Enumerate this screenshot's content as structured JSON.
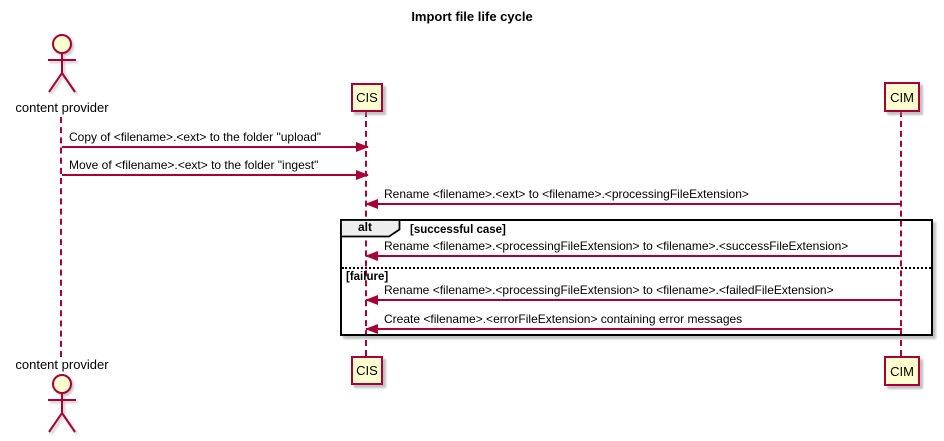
{
  "title": "Import file life cycle",
  "participants": [
    {
      "name": "content provider",
      "type": "actor"
    },
    {
      "name": "CIS",
      "type": "participant"
    },
    {
      "name": "CIM",
      "type": "participant"
    }
  ],
  "messages": [
    {
      "from": "content provider",
      "to": "CIS",
      "label": "Copy of <filename>.<ext> to the folder \"upload\""
    },
    {
      "from": "content provider",
      "to": "CIS",
      "label": "Move of <filename>.<ext> to the folder \"ingest\""
    },
    {
      "from": "CIM",
      "to": "CIS",
      "label": "Rename <filename>.<ext> to <filename>.<processingFileExtension>"
    },
    {
      "from": "CIM",
      "to": "CIS",
      "label": "Rename <filename>.<processingFileExtension> to <filename>.<successFileExtension>"
    },
    {
      "from": "CIM",
      "to": "CIS",
      "label": "Rename <filename>.<processingFileExtension> to <filename>.<failedFileExtension>"
    },
    {
      "from": "CIM",
      "to": "CIS",
      "label": "Create <filename>.<errorFileExtension> containing error messages"
    }
  ],
  "frame": {
    "keyword": "alt",
    "sections": [
      "[successful case]",
      "[failure]"
    ]
  },
  "colors": {
    "participant_fill": "#FEFECE",
    "participant_border": "#A80036",
    "arrow": "#A80036",
    "frame_border": "#000000",
    "background": "#FFFFFF"
  }
}
